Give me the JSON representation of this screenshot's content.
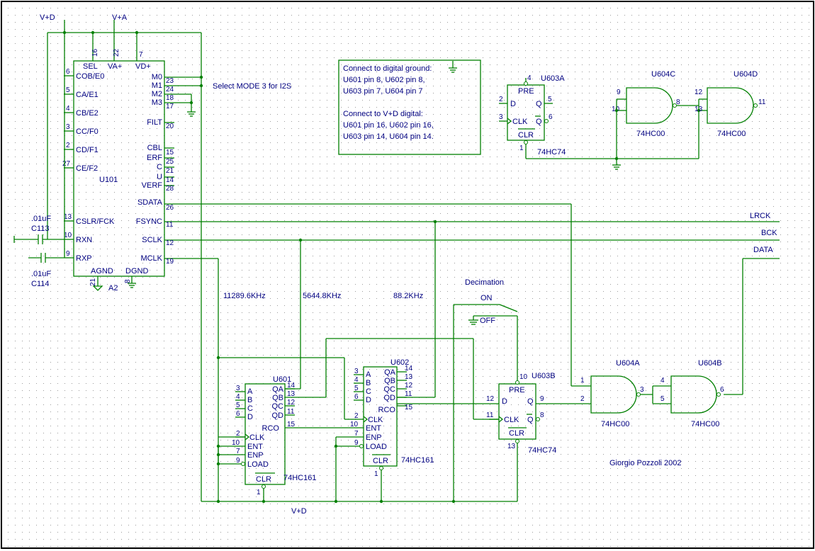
{
  "colors": {
    "wire": "#008000",
    "text": "#000080",
    "grid": "#9a9a9a",
    "background": "#ffffff"
  },
  "supply": {
    "vd_top": "V+D",
    "va_top": "V+A",
    "vd_bottom": "V+D"
  },
  "note": {
    "lines": [
      "Connect to digital ground:",
      "U601 pin 8, U602 pin 8,",
      "U603 pin 7, U604 pin 7",
      "Connect to V+D digital:",
      "U601 pin 16, U602 pin 16,",
      "U603 pin 14, U604 pin 14."
    ]
  },
  "u101": {
    "ref": "U101",
    "top_pins": [
      {
        "name": "SEL",
        "num": "16"
      },
      {
        "name": "VA+",
        "num": "22"
      },
      {
        "name": "VD+",
        "num": "7"
      }
    ],
    "left_pins": [
      {
        "name": "COB/E0",
        "num": "6"
      },
      {
        "name": "CA/E1",
        "num": "5"
      },
      {
        "name": "CB/E2",
        "num": "4"
      },
      {
        "name": "CC/F0",
        "num": "3"
      },
      {
        "name": "CD/F1",
        "num": "2"
      },
      {
        "name": "CE/F2",
        "num": "27"
      },
      {
        "name": "CSLR/FCK",
        "num": "13"
      },
      {
        "name": "RXN",
        "num": "10"
      },
      {
        "name": "RXP",
        "num": "9"
      }
    ],
    "right_pins": [
      {
        "name": "M0",
        "num": "23"
      },
      {
        "name": "M1",
        "num": "24"
      },
      {
        "name": "M2",
        "num": "18"
      },
      {
        "name": "M3",
        "num": "17"
      },
      {
        "name": "FILT",
        "num": "20"
      },
      {
        "name": "CBL",
        "num": "15"
      },
      {
        "name": "ERF",
        "num": "25"
      },
      {
        "name": "C",
        "num": "21"
      },
      {
        "name": "U",
        "num": "14"
      },
      {
        "name": "VERF",
        "num": "28"
      },
      {
        "name": "SDATA",
        "num": "26"
      },
      {
        "name": "FSYNC",
        "num": "11"
      },
      {
        "name": "SCLK",
        "num": "12"
      },
      {
        "name": "MCLK",
        "num": "19"
      }
    ],
    "bottom_pins": [
      {
        "name": "AGND",
        "num": "21"
      },
      {
        "name": "DGND",
        "num": "8"
      }
    ],
    "agnd_label": "A2"
  },
  "mode_note": "Select MODE 3 for I2S",
  "caps": {
    "c113_value": ".01uF",
    "c113_ref": "C113",
    "c114_value": ".01uF",
    "c114_ref": "C114"
  },
  "outputs": {
    "lrck": "LRCK",
    "bck": "BCK",
    "data": "DATA"
  },
  "freqs": {
    "f1": "11289.6KHz",
    "f2": "5644.8KHz",
    "f3": "88.2KHz"
  },
  "decimation": {
    "title": "Decimation",
    "on": "ON",
    "off": "OFF"
  },
  "u601": {
    "ref": "U601",
    "part": "74HC161",
    "left_pins": [
      {
        "name": "A",
        "num": "3"
      },
      {
        "name": "B",
        "num": "4"
      },
      {
        "name": "C",
        "num": "5"
      },
      {
        "name": "D",
        "num": "6"
      },
      {
        "name": "CLK",
        "num": "2"
      },
      {
        "name": "ENT",
        "num": "10"
      },
      {
        "name": "ENP",
        "num": "7"
      },
      {
        "name": "LOAD",
        "num": "9"
      }
    ],
    "right_pins": [
      {
        "name": "QA",
        "num": "14"
      },
      {
        "name": "QB",
        "num": "13"
      },
      {
        "name": "QC",
        "num": "12"
      },
      {
        "name": "QD",
        "num": "11"
      },
      {
        "name": "RCO",
        "num": "15"
      }
    ],
    "clr": "CLR",
    "clr_num": "1"
  },
  "u602": {
    "ref": "U602",
    "part": "74HC161",
    "left_pins": [
      {
        "name": "A",
        "num": "3"
      },
      {
        "name": "B",
        "num": "4"
      },
      {
        "name": "C",
        "num": "5"
      },
      {
        "name": "D",
        "num": "6"
      },
      {
        "name": "CLK",
        "num": "2"
      },
      {
        "name": "ENT",
        "num": "10"
      },
      {
        "name": "ENP",
        "num": "7"
      },
      {
        "name": "LOAD",
        "num": "9"
      }
    ],
    "right_pins": [
      {
        "name": "QA",
        "num": "14"
      },
      {
        "name": "QB",
        "num": "13"
      },
      {
        "name": "QC",
        "num": "12"
      },
      {
        "name": "QD",
        "num": "11"
      },
      {
        "name": "RCO",
        "num": "15"
      }
    ],
    "clr": "CLR",
    "clr_num": "1"
  },
  "u603a": {
    "ref": "U603A",
    "part": "74HC74",
    "pre": "PRE",
    "pre_num": "4",
    "d": "D",
    "d_num": "2",
    "clk": "CLK",
    "clk_num": "3",
    "q": "Q",
    "q_num": "5",
    "qn": "Q",
    "qn_num": "6",
    "clr": "CLR",
    "clr_num": "1"
  },
  "u603b": {
    "ref": "U603B",
    "part": "74HC74",
    "pre": "PRE",
    "pre_num": "10",
    "d": "D",
    "d_num": "12",
    "clk": "CLK",
    "clk_num": "11",
    "q": "Q",
    "q_num": "9",
    "qn": "Q",
    "qn_num": "8",
    "clr": "CLR",
    "clr_num": "13"
  },
  "gates": {
    "u604a": {
      "ref": "U604A",
      "part": "74HC00",
      "in1": "1",
      "in2": "2",
      "out": "3"
    },
    "u604b": {
      "ref": "U604B",
      "part": "74HC00",
      "in1": "4",
      "in2": "5",
      "out": "6"
    },
    "u604c": {
      "ref": "U604C",
      "part": "74HC00",
      "in1": "9",
      "in2": "10",
      "out": "8"
    },
    "u604d": {
      "ref": "U604D",
      "part": "74HC00",
      "in1": "12",
      "in2": "13",
      "out": "11"
    }
  },
  "credit": "Giorgio Pozzoli 2002"
}
